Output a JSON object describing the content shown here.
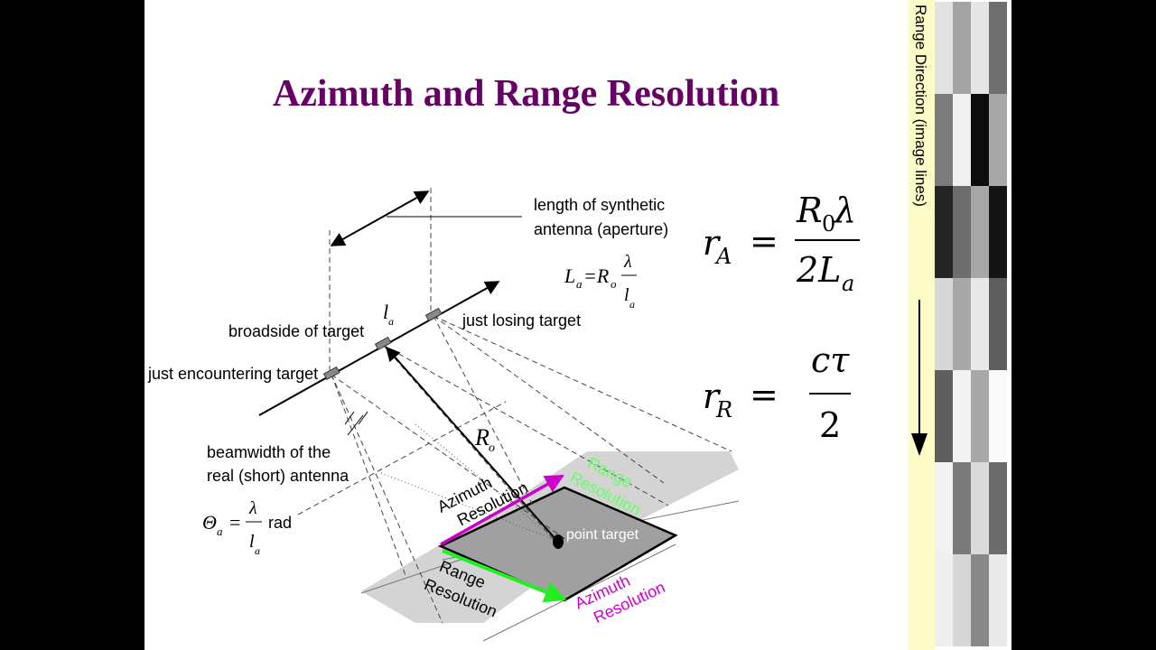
{
  "slide": {
    "title": "Azimuth and Range Resolution"
  },
  "diagram": {
    "labels": {
      "synthetic_length_line1": "length of synthetic",
      "synthetic_length_line2": "antenna (aperture)",
      "la_formula_lhs": "L",
      "la_formula_lhs_sub": "a",
      "la_formula_eq": "=R",
      "la_formula_eq_sub": "o",
      "la_formula_num": "λ",
      "la_formula_den": "l",
      "la_formula_den_sub": "a",
      "la_symbol": "l",
      "la_symbol_sub": "a",
      "broadside": "broadside of target",
      "just_losing": "just losing target",
      "just_encountering": "just encountering target",
      "ro": "R",
      "ro_sub": "o",
      "beamwidth_line1": "beamwidth of the",
      "beamwidth_line2": "real (short) antenna",
      "theta_lhs": "Θ",
      "theta_sub": "a",
      "theta_eq": "=",
      "theta_num": "λ",
      "theta_den": "l",
      "theta_den_sub": "a",
      "theta_unit": "rad",
      "azimuth_res_top_line1": "Azimuth",
      "azimuth_res_top_line2": "Resolution",
      "range_res_top_line1": "Range",
      "range_res_top_line2": "Resolution",
      "point_target": "point target",
      "range_res_bottom_line1": "Range",
      "range_res_bottom_line2": "Resolution",
      "azimuth_res_bottom_line1": "Azimuth",
      "azimuth_res_bottom_line2": "Resolution"
    },
    "colors": {
      "magenta": "#cc00cc",
      "green": "#22ee22",
      "title": "#660066"
    }
  },
  "equations": {
    "ra_lhs": "r",
    "ra_lhs_sub": "A",
    "ra_eq": "=",
    "ra_num": "R",
    "ra_num_sub": "0",
    "ra_num_tail": "λ",
    "ra_den": "2L",
    "ra_den_sub": "a",
    "rr_lhs": "r",
    "rr_lhs_sub": "R",
    "rr_eq": "=",
    "rr_num": "cτ",
    "rr_den": "2"
  },
  "sidebar": {
    "label": "Range Direction (image lines)",
    "grid_colors": [
      [
        "#e2e2e2",
        "#a3a3a3",
        "#e6e6e6",
        "#6f6f6f"
      ],
      [
        "#7c7c7c",
        "#f0f0f0",
        "#0d0d0d",
        "#a8a8a8"
      ],
      [
        "#252525",
        "#6d6d6d",
        "#a7a7a7",
        "#141414"
      ],
      [
        "#d7d7d7",
        "#a8a8a8",
        "#e8e8e8",
        "#5e5e5e"
      ],
      [
        "#5f5f5f",
        "#f3f3f3",
        "#a8a8a8",
        "#f9f9f9"
      ],
      [
        "#f2f2f2",
        "#7a7a7a",
        "#dadada",
        "#6b6b6b"
      ],
      [
        "#efefef",
        "#d7d7d7",
        "#888888",
        "#e9e9e9"
      ]
    ]
  }
}
